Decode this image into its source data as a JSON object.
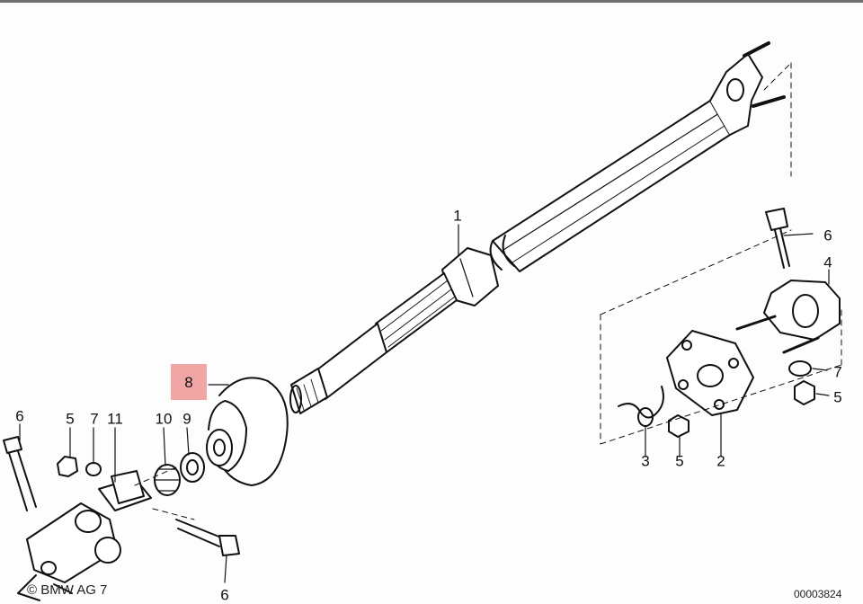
{
  "highlight_color": "#f2a5a5",
  "callouts": {
    "p1": "1",
    "p8": "8",
    "p6_right": "6",
    "p4": "4",
    "p7_right": "7",
    "p5_right": "5",
    "p3": "3",
    "p5_mid": "5",
    "p2": "2",
    "p6_left": "6",
    "p5_left": "5",
    "p7_left": "7",
    "p11": "11",
    "p10": "10",
    "p9": "9",
    "p6_bottom": "6"
  },
  "copyright": "© BMW AG 7",
  "diagram_id": "00003824"
}
